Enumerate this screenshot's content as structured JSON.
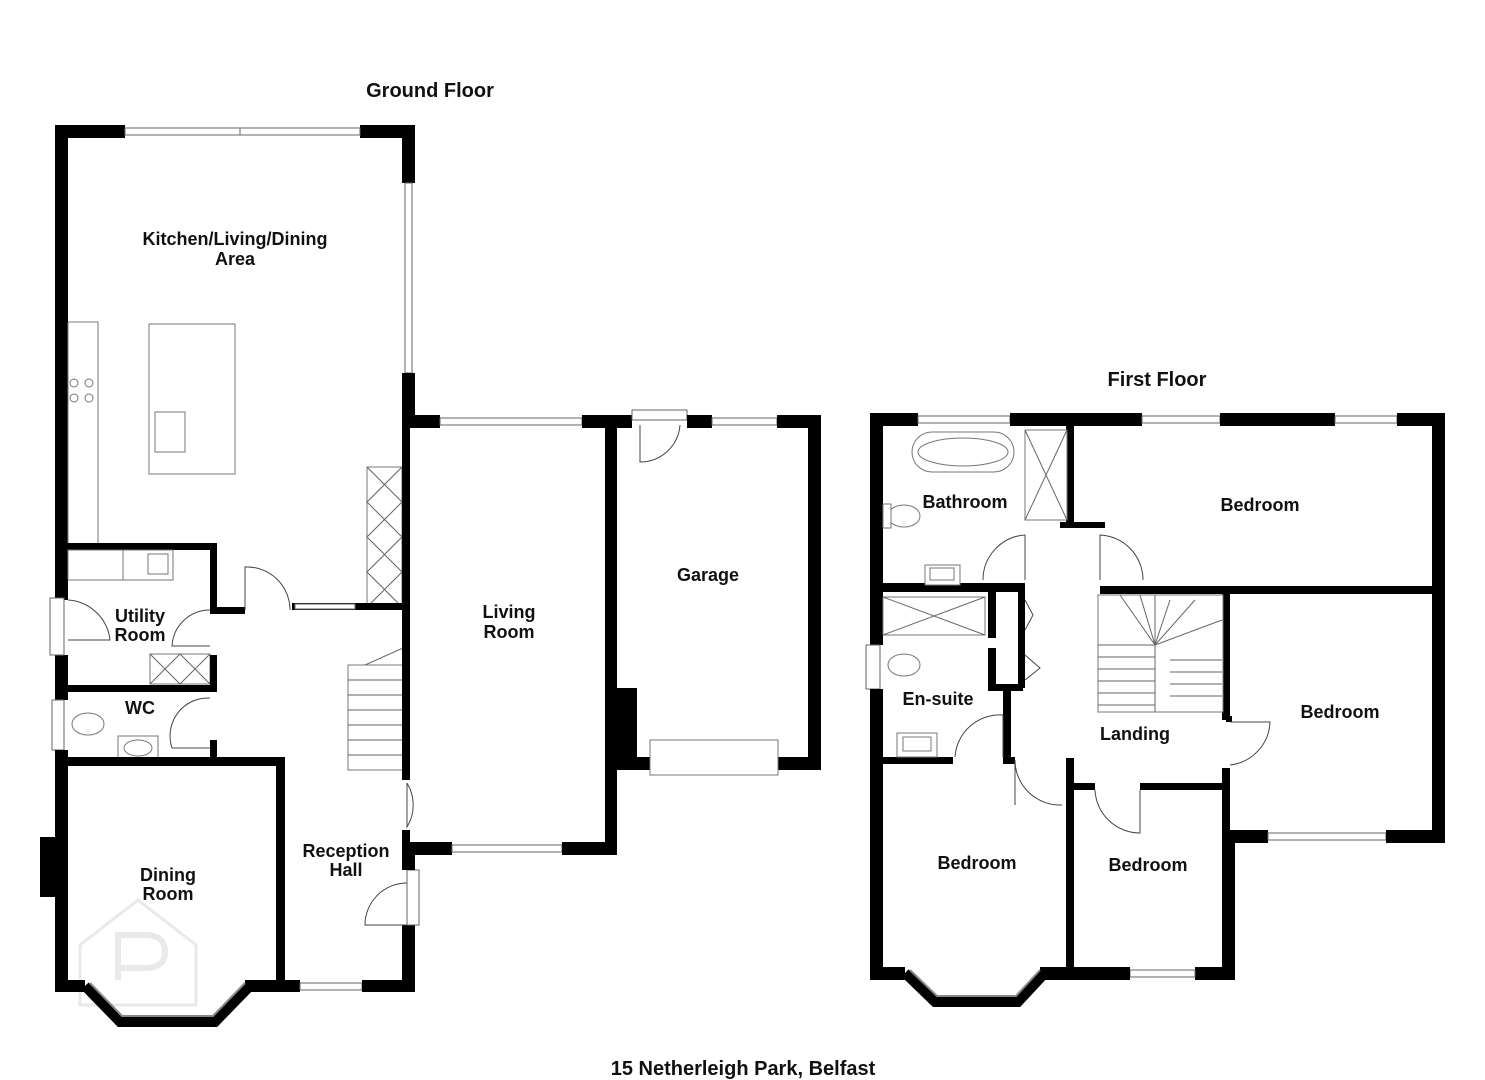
{
  "ground_floor": {
    "title": "Ground Floor",
    "rooms": {
      "kitchen": [
        "Kitchen/Living/Dining",
        "Area"
      ],
      "utility": [
        "Utility",
        "Room"
      ],
      "wc": [
        "WC"
      ],
      "dining": [
        "Dining",
        "Room"
      ],
      "reception": [
        "Reception",
        "Hall"
      ],
      "living": [
        "Living",
        "Room"
      ],
      "garage": [
        "Garage"
      ]
    }
  },
  "first_floor": {
    "title": "First Floor",
    "rooms": {
      "bathroom": [
        "Bathroom"
      ],
      "bedroom_top": [
        "Bedroom"
      ],
      "ensuite": [
        "En-suite"
      ],
      "landing": [
        "Landing"
      ],
      "bedroom_right": [
        "Bedroom"
      ],
      "bedroom_bottom_left": [
        "Bedroom"
      ],
      "bedroom_bottom_mid": [
        "Bedroom"
      ]
    }
  },
  "address": "15 Netherleigh Park, Belfast"
}
